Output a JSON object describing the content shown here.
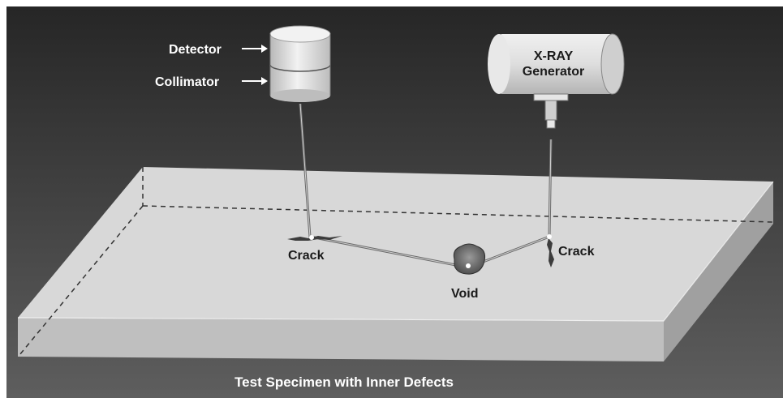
{
  "labels": {
    "detector": "Detector",
    "collimator": "Collimator",
    "xray_line1": "X-RAY",
    "xray_line2": "Generator",
    "crack_left": "Crack",
    "crack_right": "Crack",
    "void": "Void",
    "caption": "Test Specimen with Inner Defects"
  },
  "colors": {
    "background_top": "#2a2a2a",
    "background_bottom": "#5a5a5a",
    "slab_top": "#d6d6d6",
    "slab_front": "#bdbdbd",
    "slab_side": "#9c9c9c",
    "text_light": "#ffffff",
    "text_dark": "#1a1a1a"
  }
}
